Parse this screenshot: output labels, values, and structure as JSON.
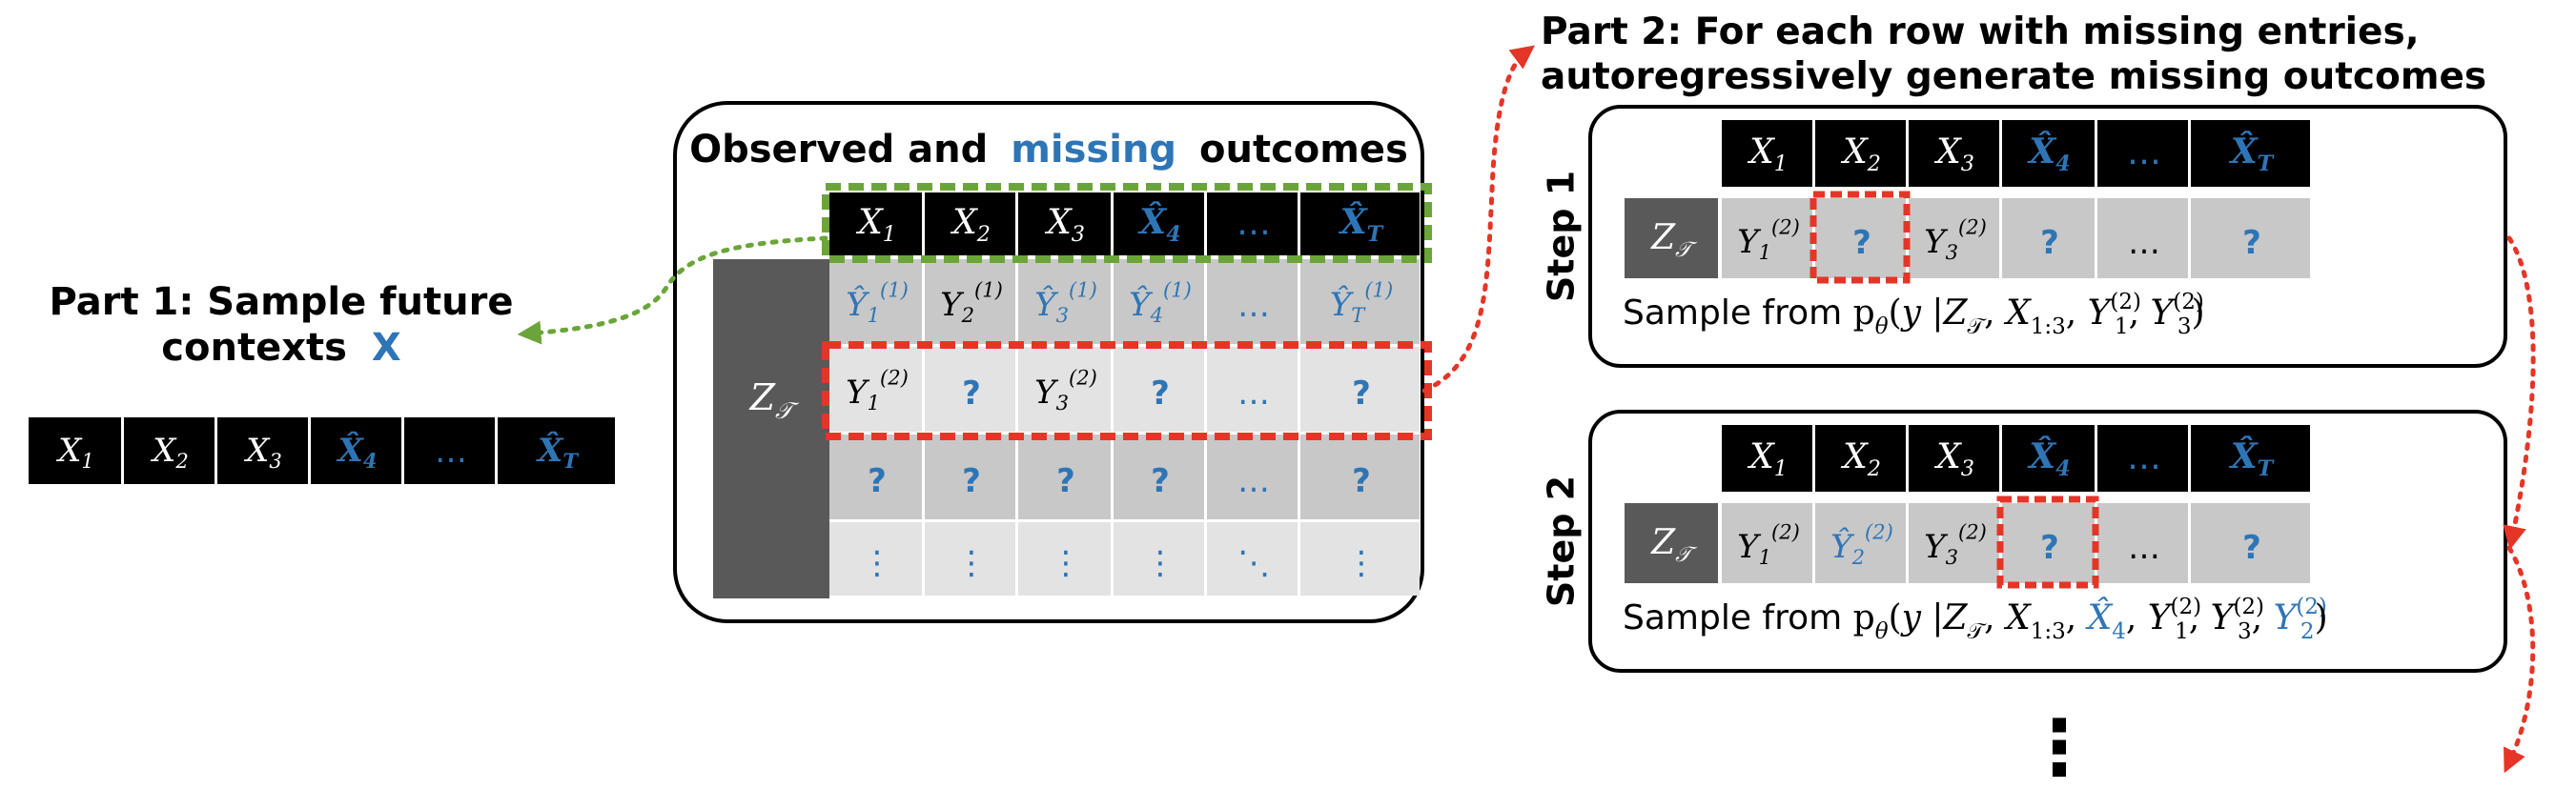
{
  "colors": {
    "blue": "#2E75B6",
    "black": "#000000",
    "dark_gray": "#595959",
    "cell_gray": "#C8C8C8",
    "cell_light": "#E3E3E3",
    "green_dash": "#6BA539",
    "red_dash": "#E53527"
  },
  "part1": {
    "title_line1": "Part 1: Sample future",
    "title_line2_prefix": "contexts",
    "title_line2_var": "X",
    "contexts": [
      {
        "sym": "X",
        "sub": "1",
        "hat": false
      },
      {
        "sym": "X",
        "sub": "2",
        "hat": false
      },
      {
        "sym": "X",
        "sub": "3",
        "hat": false
      },
      {
        "sym": "X̂",
        "sub": "4",
        "hat": true
      },
      {
        "sym": "…",
        "sub": "",
        "hat": true
      },
      {
        "sym": "X̂",
        "sub": "T",
        "hat": true
      }
    ]
  },
  "middle": {
    "title_observed": "Observed and",
    "title_missing": "missing",
    "title_outcomes": "outcomes",
    "z_label": "Z",
    "z_sub": "𝒯",
    "header": [
      {
        "sym": "X",
        "sub": "1",
        "hat": false
      },
      {
        "sym": "X",
        "sub": "2",
        "hat": false
      },
      {
        "sym": "X",
        "sub": "3",
        "hat": false
      },
      {
        "sym": "X̂",
        "sub": "4",
        "hat": true
      },
      {
        "sym": "…",
        "sub": "",
        "hat": true
      },
      {
        "sym": "X̂",
        "sub": "T",
        "hat": true
      }
    ],
    "rows": [
      [
        {
          "sym": "Ŷ",
          "sub": "1",
          "sup": "(1)",
          "blue": true
        },
        {
          "sym": "Y",
          "sub": "2",
          "sup": "(1)",
          "blue": false
        },
        {
          "sym": "Ŷ",
          "sub": "3",
          "sup": "(1)",
          "blue": true
        },
        {
          "sym": "Ŷ",
          "sub": "4",
          "sup": "(1)",
          "blue": true
        },
        {
          "sym": "…",
          "sub": "",
          "sup": "",
          "blue": true
        },
        {
          "sym": "Ŷ",
          "sub": "T",
          "sup": "(1)",
          "blue": true
        }
      ],
      [
        {
          "sym": "Y",
          "sub": "1",
          "sup": "(2)",
          "blue": false
        },
        {
          "sym": "?",
          "sub": "",
          "sup": "",
          "blue": true
        },
        {
          "sym": "Y",
          "sub": "3",
          "sup": "(2)",
          "blue": false
        },
        {
          "sym": "?",
          "sub": "",
          "sup": "",
          "blue": true
        },
        {
          "sym": "…",
          "sub": "",
          "sup": "",
          "blue": true
        },
        {
          "sym": "?",
          "sub": "",
          "sup": "",
          "blue": true
        }
      ],
      [
        {
          "sym": "?",
          "sub": "",
          "sup": "",
          "blue": true
        },
        {
          "sym": "?",
          "sub": "",
          "sup": "",
          "blue": true
        },
        {
          "sym": "?",
          "sub": "",
          "sup": "",
          "blue": true
        },
        {
          "sym": "?",
          "sub": "",
          "sup": "",
          "blue": true
        },
        {
          "sym": "…",
          "sub": "",
          "sup": "",
          "blue": true
        },
        {
          "sym": "?",
          "sub": "",
          "sup": "",
          "blue": true
        }
      ],
      [
        {
          "sym": "⋮",
          "sub": "",
          "sup": "",
          "blue": true
        },
        {
          "sym": "⋮",
          "sub": "",
          "sup": "",
          "blue": true
        },
        {
          "sym": "⋮",
          "sub": "",
          "sup": "",
          "blue": true
        },
        {
          "sym": "⋮",
          "sub": "",
          "sup": "",
          "blue": true
        },
        {
          "sym": "⋱",
          "sub": "",
          "sup": "",
          "blue": true
        },
        {
          "sym": "⋮",
          "sub": "",
          "sup": "",
          "blue": true
        }
      ]
    ]
  },
  "part2": {
    "title_line1": "Part 2: For each row with missing entries,",
    "title_line2": "autoregressively generate missing outcomes",
    "z_label": "Z",
    "z_sub": "𝒯",
    "header": [
      {
        "sym": "X",
        "sub": "1",
        "hat": false
      },
      {
        "sym": "X",
        "sub": "2",
        "hat": false
      },
      {
        "sym": "X",
        "sub": "3",
        "hat": false
      },
      {
        "sym": "X̂",
        "sub": "4",
        "hat": true
      },
      {
        "sym": "…",
        "sub": "",
        "hat": true
      },
      {
        "sym": "X̂",
        "sub": "T",
        "hat": true
      }
    ],
    "steps": [
      {
        "label": "Step 1",
        "cells": [
          {
            "sym": "Y",
            "sub": "1",
            "sup": "(2)",
            "blue": false
          },
          {
            "sym": "?",
            "sub": "",
            "sup": "",
            "blue": true
          },
          {
            "sym": "Y",
            "sub": "3",
            "sup": "(2)",
            "blue": false
          },
          {
            "sym": "?",
            "sub": "",
            "sup": "",
            "blue": true
          },
          {
            "sym": "…",
            "sub": "",
            "sup": "",
            "blue": false
          },
          {
            "sym": "?",
            "sub": "",
            "sup": "",
            "blue": true
          }
        ],
        "highlight_col": 1,
        "formula": [
          {
            "t": "Sample from ",
            "c": "k",
            "f": "sans"
          },
          {
            "t": "p",
            "c": "k",
            "f": "up"
          },
          {
            "t": "θ",
            "c": "k",
            "f": "subi"
          },
          {
            "t": "(",
            "c": "k",
            "f": "up"
          },
          {
            "t": "y",
            "c": "k",
            "f": "it"
          },
          {
            "t": " |",
            "c": "k",
            "f": "up"
          },
          {
            "t": "Z",
            "c": "k",
            "f": "it"
          },
          {
            "t": "𝒯",
            "c": "k",
            "f": "sub"
          },
          {
            "t": ", ",
            "c": "k",
            "f": "up"
          },
          {
            "t": "X",
            "c": "k",
            "f": "it"
          },
          {
            "t": "1:3",
            "c": "k",
            "f": "sub"
          },
          {
            "t": ", ",
            "c": "k",
            "f": "up"
          },
          {
            "t": "Y",
            "c": "k",
            "f": "it"
          },
          {
            "t": "(2)",
            "c": "k",
            "f": "sup"
          },
          {
            "t": "1",
            "c": "k",
            "f": "sub2"
          },
          {
            "t": ", ",
            "c": "k",
            "f": "up"
          },
          {
            "t": "Y",
            "c": "k",
            "f": "it"
          },
          {
            "t": "(2)",
            "c": "k",
            "f": "sup"
          },
          {
            "t": "3",
            "c": "k",
            "f": "sub2"
          },
          {
            "t": ")",
            "c": "k",
            "f": "up"
          }
        ]
      },
      {
        "label": "Step 2",
        "cells": [
          {
            "sym": "Y",
            "sub": "1",
            "sup": "(2)",
            "blue": false
          },
          {
            "sym": "Ŷ",
            "sub": "2",
            "sup": "(2)",
            "blue": true
          },
          {
            "sym": "Y",
            "sub": "3",
            "sup": "(2)",
            "blue": false
          },
          {
            "sym": "?",
            "sub": "",
            "sup": "",
            "blue": true
          },
          {
            "sym": "…",
            "sub": "",
            "sup": "",
            "blue": false
          },
          {
            "sym": "?",
            "sub": "",
            "sup": "",
            "blue": true
          }
        ],
        "highlight_col": 3,
        "formula": [
          {
            "t": "Sample from ",
            "c": "k",
            "f": "sans"
          },
          {
            "t": "p",
            "c": "k",
            "f": "up"
          },
          {
            "t": "θ",
            "c": "k",
            "f": "subi"
          },
          {
            "t": "(",
            "c": "k",
            "f": "up"
          },
          {
            "t": "y",
            "c": "k",
            "f": "it"
          },
          {
            "t": " |",
            "c": "k",
            "f": "up"
          },
          {
            "t": "Z",
            "c": "k",
            "f": "it"
          },
          {
            "t": "𝒯",
            "c": "k",
            "f": "sub"
          },
          {
            "t": ", ",
            "c": "k",
            "f": "up"
          },
          {
            "t": "X",
            "c": "k",
            "f": "it"
          },
          {
            "t": "1:3",
            "c": "k",
            "f": "sub"
          },
          {
            "t": ", ",
            "c": "k",
            "f": "up"
          },
          {
            "t": "X̂",
            "c": "b",
            "f": "it"
          },
          {
            "t": "4",
            "c": "b",
            "f": "sub"
          },
          {
            "t": ", ",
            "c": "k",
            "f": "up"
          },
          {
            "t": "Y",
            "c": "k",
            "f": "it"
          },
          {
            "t": "(2)",
            "c": "k",
            "f": "sup"
          },
          {
            "t": "1",
            "c": "k",
            "f": "sub2"
          },
          {
            "t": ", ",
            "c": "k",
            "f": "up"
          },
          {
            "t": "Y",
            "c": "k",
            "f": "it"
          },
          {
            "t": "(2)",
            "c": "k",
            "f": "sup"
          },
          {
            "t": "3",
            "c": "k",
            "f": "sub2"
          },
          {
            "t": ", ",
            "c": "k",
            "f": "up"
          },
          {
            "t": "Y",
            "c": "b",
            "f": "it"
          },
          {
            "t": "(2)",
            "c": "b",
            "f": "sup"
          },
          {
            "t": "2",
            "c": "b",
            "f": "sub2"
          },
          {
            "t": ")",
            "c": "k",
            "f": "up"
          }
        ]
      }
    ],
    "continuation": "⋮"
  }
}
